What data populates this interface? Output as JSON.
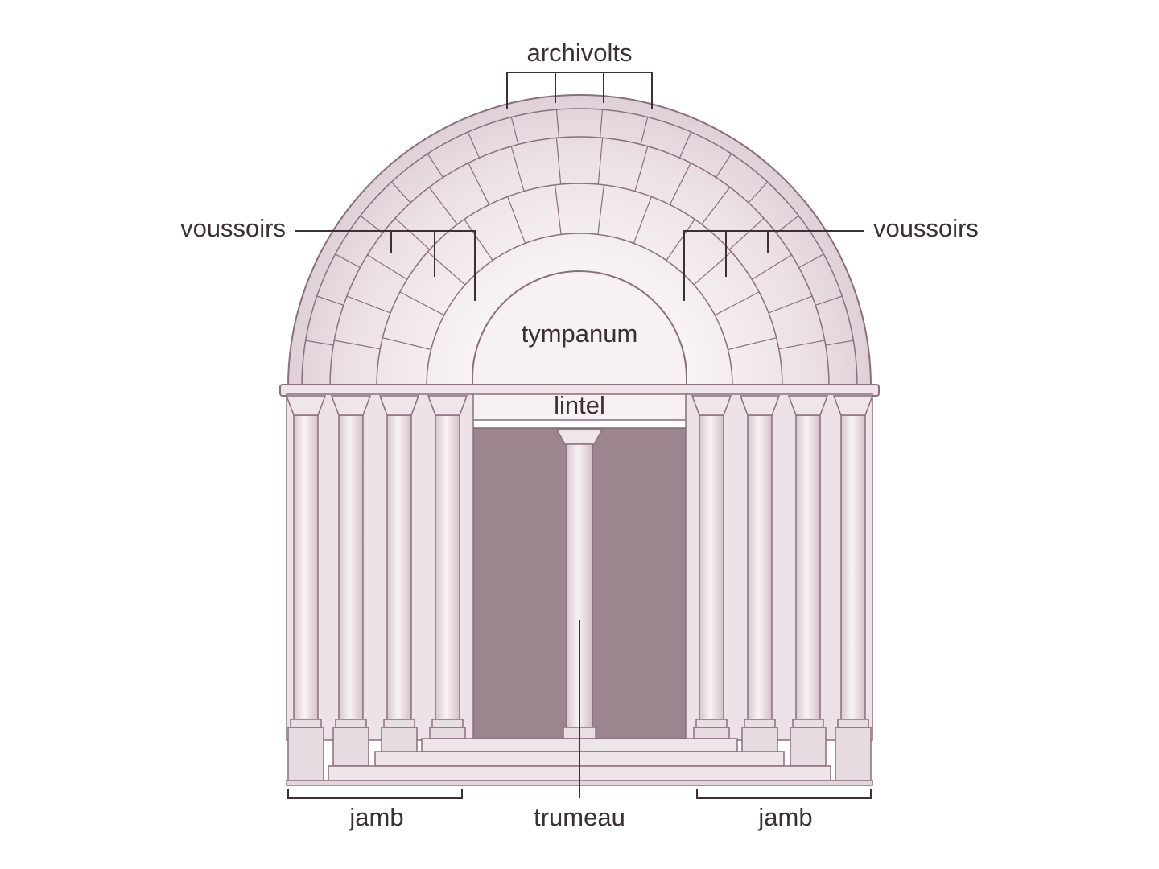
{
  "diagram": {
    "labels": {
      "archivolts": "archivolts",
      "voussoirs_left": "voussoirs",
      "voussoirs_right": "voussoirs",
      "tympanum": "tympanum",
      "lintel": "lintel",
      "trumeau": "trumeau",
      "jamb_left": "jamb",
      "jamb_right": "jamb"
    },
    "colors": {
      "stone_light": "#f4eef1",
      "stone_mid": "#e6d9df",
      "stone_shadow": "#d6c4cd",
      "outline": "#8a6f7d",
      "door": "#9b8690",
      "leader_line": "#3a3036",
      "label_text": "#3a3036"
    }
  }
}
